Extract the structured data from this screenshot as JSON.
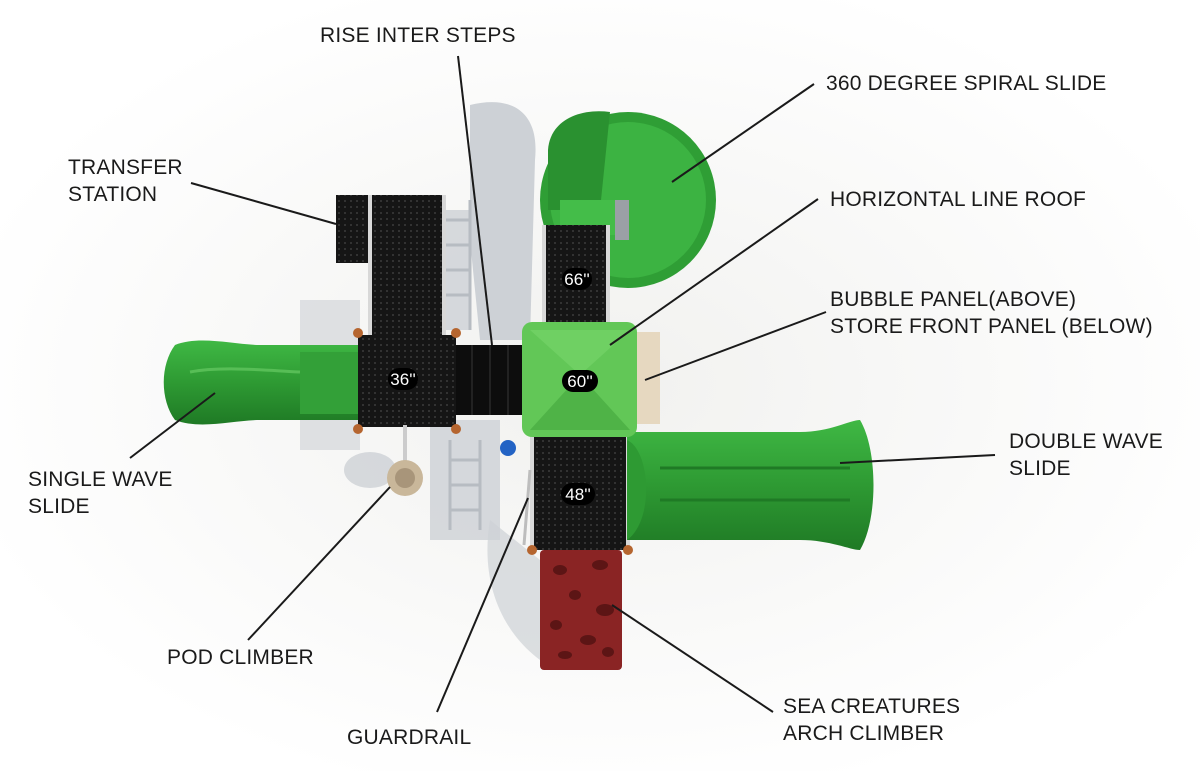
{
  "labels": {
    "rise_inter_steps": "RISE INTER STEPS",
    "spiral_slide": "360 DEGREE SPIRAL SLIDE",
    "transfer_station": [
      "TRANSFER",
      "STATION"
    ],
    "horizontal_line_roof": "HORIZONTAL LINE ROOF",
    "bubble_panel": [
      "BUBBLE PANEL(ABOVE)",
      "STORE FRONT PANEL (BELOW)"
    ],
    "single_wave_slide": [
      "SINGLE WAVE",
      "SLIDE"
    ],
    "double_wave_slide": [
      "DOUBLE WAVE",
      "SLIDE"
    ],
    "pod_climber": "POD CLIMBER",
    "guardrail": "GUARDRAIL",
    "sea_creatures": [
      "SEA CREATURES",
      "ARCH CLIMBER"
    ]
  },
  "deck_heights": {
    "deck_66": "66''",
    "deck_36": "36''",
    "deck_60": "60''",
    "deck_48": "48''"
  },
  "colors": {
    "slide_green": "#35a83a",
    "roof_green": "#5fc552",
    "deck_black": "#111111",
    "climber_red": "#8a2424",
    "shadow": "#c8ccd2",
    "panel_beige": "#e4d6bf",
    "post_orange": "#b5652f"
  }
}
